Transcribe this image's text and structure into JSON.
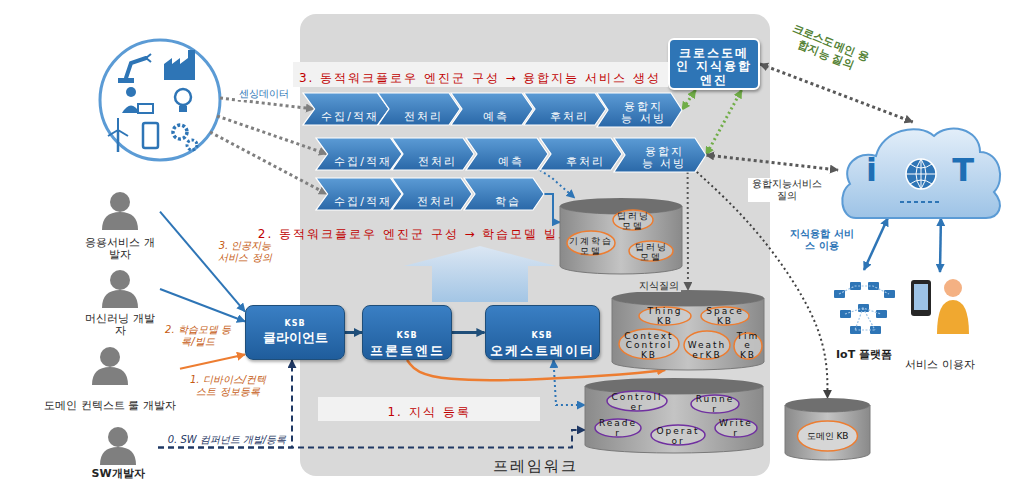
{
  "diagram": {
    "nodes": [
      {
        "text": [
          "프레임워크"
        ]
      },
      {
        "text": [
          "크로스도메인 지식융합엔진"
        ],
        "in": 0
      },
      {
        "text": [
          "3. 동적워크플로우 엔진군 구성 → 융합지능 서비스 생성"
        ],
        "in": 0
      },
      {
        "text": [
          "수집/적재"
        ],
        "in": 0
      },
      {
        "text": [
          "전처리"
        ],
        "in": 0
      },
      {
        "text": [
          "예측"
        ],
        "in": 0
      },
      {
        "text": [
          "후처리"
        ],
        "in": 0
      },
      {
        "text": [
          "융합지능 서빙"
        ],
        "in": 0
      },
      {
        "text": [
          "수집/적재"
        ],
        "in": 0
      },
      {
        "text": [
          "전처리"
        ],
        "in": 0
      },
      {
        "text": [
          "예측"
        ],
        "in": 0
      },
      {
        "text": [
          "후처리"
        ],
        "in": 0
      },
      {
        "text": [
          "융합지능 서빙"
        ],
        "in": 0
      },
      {
        "text": [
          "수집/적재"
        ],
        "in": 0
      },
      {
        "text": [
          "전처리"
        ],
        "in": 0
      },
      {
        "text": [
          "학습"
        ],
        "in": 0
      },
      {
        "text": [
          "2. 동적워크플로우 엔진군 구성 → 학습모델 빌드"
        ],
        "in": 0
      },
      {
        "text": [],
        "in": 0
      },
      {
        "text": [
          "딥러닝 모델"
        ],
        "in": 17
      },
      {
        "text": [
          "기계학습 모델"
        ],
        "in": 17
      },
      {
        "text": [
          "딥러닝 모델"
        ],
        "in": 17
      },
      {
        "text": [
          "KSB",
          "클라이언트"
        ]
      },
      {
        "text": [
          "KSB",
          "프론트엔드"
        ],
        "in": 0
      },
      {
        "text": [
          "KSB",
          "오케스트레이터"
        ],
        "in": 0
      },
      {
        "text": [],
        "in": 0
      },
      {
        "text": [
          "Thing KB"
        ],
        "in": 24
      },
      {
        "text": [
          "Space KB"
        ],
        "in": 24
      },
      {
        "text": [
          "ContextControl KB"
        ],
        "in": 24
      },
      {
        "text": [
          "WeatherKB"
        ],
        "in": 24
      },
      {
        "text": [
          "Time KB"
        ],
        "in": 24
      },
      {
        "text": [
          "1. 지식 등록"
        ],
        "in": 0
      },
      {
        "text": [],
        "in": 0
      },
      {
        "text": [
          "Controller"
        ],
        "in": 31
      },
      {
        "text": [
          "Runner"
        ],
        "in": 31
      },
      {
        "text": [
          "Reader"
        ],
        "in": 31
      },
      {
        "text": [
          "Operator"
        ],
        "in": 31
      },
      {
        "text": [
          "Writer"
        ],
        "in": 31
      },
      {
        "text": [
          "도메인 KB"
        ]
      },
      {
        "text": [
          "i",
          "T"
        ]
      },
      {
        "text": [
          "IoT 플랫폼"
        ]
      },
      {
        "text": [
          "서비스 이용자"
        ]
      },
      {
        "text": [
          "응용서비스 개발자"
        ]
      },
      {
        "text": [
          "머신러닝 개발자"
        ]
      },
      {
        "text": [
          "도메인 컨텍스트 룰 개발자"
        ]
      },
      {
        "text": [
          "SW개발자"
        ]
      }
    ],
    "edges": [
      {
        "from": 41,
        "to": 21,
        "arrow": "to",
        "label": "3. 인공지능 서비스 정의"
      },
      {
        "from": 42,
        "to": 21,
        "arrow": "to",
        "label": "2. 학습모델 등록/빌드"
      },
      {
        "from": 43,
        "to": 21,
        "arrow": "to",
        "label": "1. 디바이스/컨텍스트 정보등록"
      },
      {
        "from": 44,
        "to": 21,
        "arrow": "to",
        "label": "0. SW 컴퍼넌트 개발/등록"
      },
      {
        "from": 44,
        "to": 31,
        "arrow": "to"
      },
      {
        "from": 21,
        "to": 22,
        "arrow": "to"
      },
      {
        "from": 22,
        "to": 23,
        "arrow": "to"
      },
      {
        "from": 22,
        "to": 24,
        "arrow": "to"
      },
      {
        "from": 23,
        "to": 31,
        "arrow": "both"
      },
      {
        "from": 15,
        "to": 17,
        "arrow": "to"
      },
      {
        "from": 10,
        "to": 17,
        "arrow": "to"
      },
      {
        "from": 12,
        "to": 24,
        "arrow": "to",
        "label": "지식질의"
      },
      {
        "from": 12,
        "to": 37,
        "arrow": "to"
      },
      {
        "from": 1,
        "to": 7,
        "arrow": "both"
      },
      {
        "from": 1,
        "to": 12,
        "arrow": "both"
      },
      {
        "from": 1,
        "to": 38,
        "arrow": "both",
        "label": "크로스도메인 융합지능 질의"
      },
      {
        "from": 12,
        "to": 38,
        "arrow": "both",
        "label": "융합지능서비스 질의"
      },
      {
        "from": 38,
        "to": 39,
        "arrow": "both",
        "label": "지식융합 서비스 이용"
      },
      {
        "from": 38,
        "to": 40,
        "arrow": "both"
      }
    ],
    "labels": [
      "센싱데이터"
    ]
  }
}
